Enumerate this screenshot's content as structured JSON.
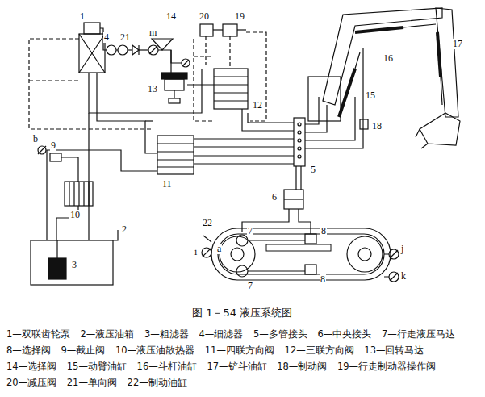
{
  "diagram": {
    "caption": "图 1－54 液压系统图",
    "labels": [
      "1",
      "4",
      "21",
      "m",
      "14",
      "20",
      "19",
      "13",
      "12",
      "11",
      "5",
      "6",
      "16",
      "17",
      "15",
      "18",
      "22",
      "a",
      "7",
      "8",
      "i",
      "7",
      "8",
      "j",
      "k",
      "b",
      "9",
      "10",
      "2",
      "3",
      "1—双联齿轮泵",
      "2—液压油箱",
      "3—粗滤器",
      "4—细滤器",
      "5—多管接头",
      "6—中央接头",
      "7—行走液压马达",
      "8—选择阀",
      "9—截止阀",
      "10—液压油散热器",
      "11—四联方向阀",
      "12—三联方向阀",
      "13—回转马达",
      "14—选择阀",
      "15—动臂油缸",
      "16—斗杆油缸",
      "17—铲斗油缸",
      "18—制动阀",
      "19—行走制动器操作阀",
      "20—减压阀",
      "21—单向阀",
      "22—制动油缸"
    ]
  }
}
